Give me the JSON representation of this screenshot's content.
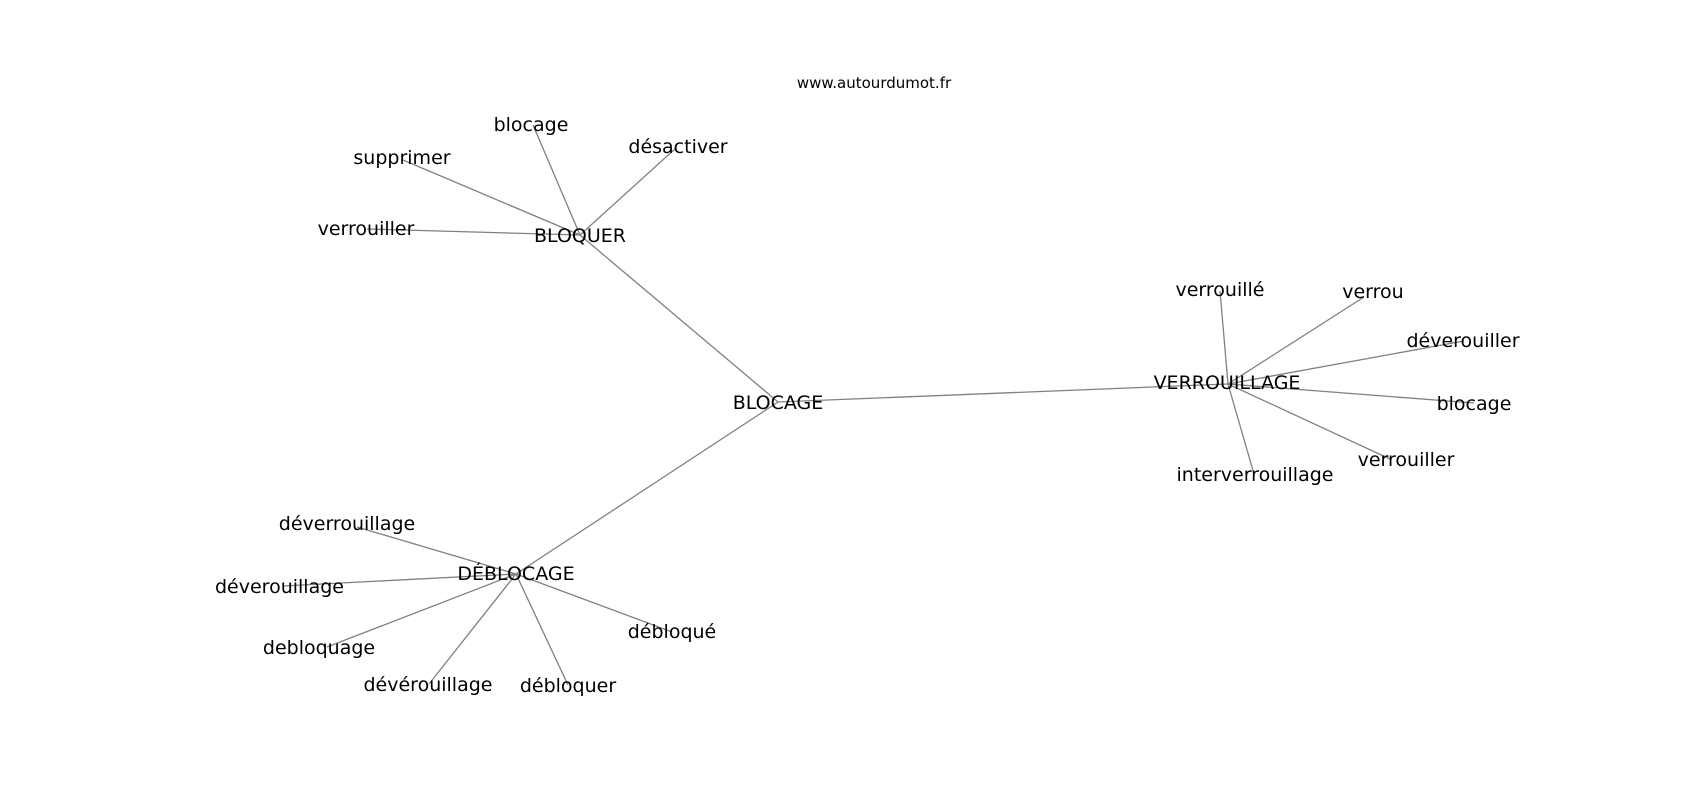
{
  "source_url": "www.autourdumot.fr",
  "graph": {
    "edge_color": "#808080",
    "text_color": "#000000",
    "nodes": {
      "root": "BLOCAGE",
      "bloquer": "BLOQUER",
      "bloquer_blocage": "blocage",
      "bloquer_desactiver": "désactiver",
      "bloquer_supprimer": "supprimer",
      "bloquer_verrouiller": "verrouiller",
      "verrouillage": "VERROUILLAGE",
      "verr_verrouille": "verrouillé",
      "verr_verrou": "verrou",
      "verr_deverouiller": "déverouiller",
      "verr_blocage": "blocage",
      "verr_verrouiller": "verrouiller",
      "verr_interverrouillage": "interverrouillage",
      "deblocage": "DÉBLOCAGE",
      "debl_deverrouillage": "déverrouillage",
      "debl_deverouillage": "déverouillage",
      "debl_debloquage": "debloquage",
      "debl_deverouillage2": "dévérouillage",
      "debl_debloquer": "débloquer",
      "debl_debloque": "débloqué"
    }
  }
}
